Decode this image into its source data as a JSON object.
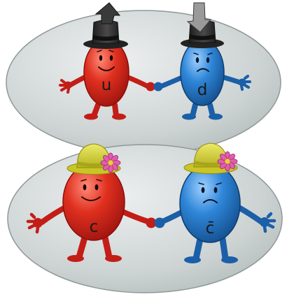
{
  "pairs": [
    {
      "name": "top-pair",
      "hat_style": "top-hat",
      "characters": [
        {
          "label": "u",
          "body_color": "#d9231c",
          "mood": "happy",
          "hat_arrow": "up-arrow-icon"
        },
        {
          "label": "d",
          "body_color": "#2a78c9",
          "mood": "worried",
          "hat_arrow": "down-arrow-icon"
        }
      ]
    },
    {
      "name": "bottom-pair",
      "hat_style": "flower-bonnet",
      "characters": [
        {
          "label": "c",
          "body_color": "#d9231c",
          "mood": "happy",
          "hat_arrow": ""
        },
        {
          "label": "c̄",
          "body_color": "#2a78c9",
          "mood": "worried",
          "hat_arrow": ""
        }
      ]
    }
  ],
  "colors": {
    "red_body": "#d9231c",
    "blue_body": "#2a78c9",
    "disc": "#cfd6d6",
    "top_hat": "#2e2e2e",
    "bonnet": "#d6d22c",
    "flower": "#e35cb0"
  }
}
